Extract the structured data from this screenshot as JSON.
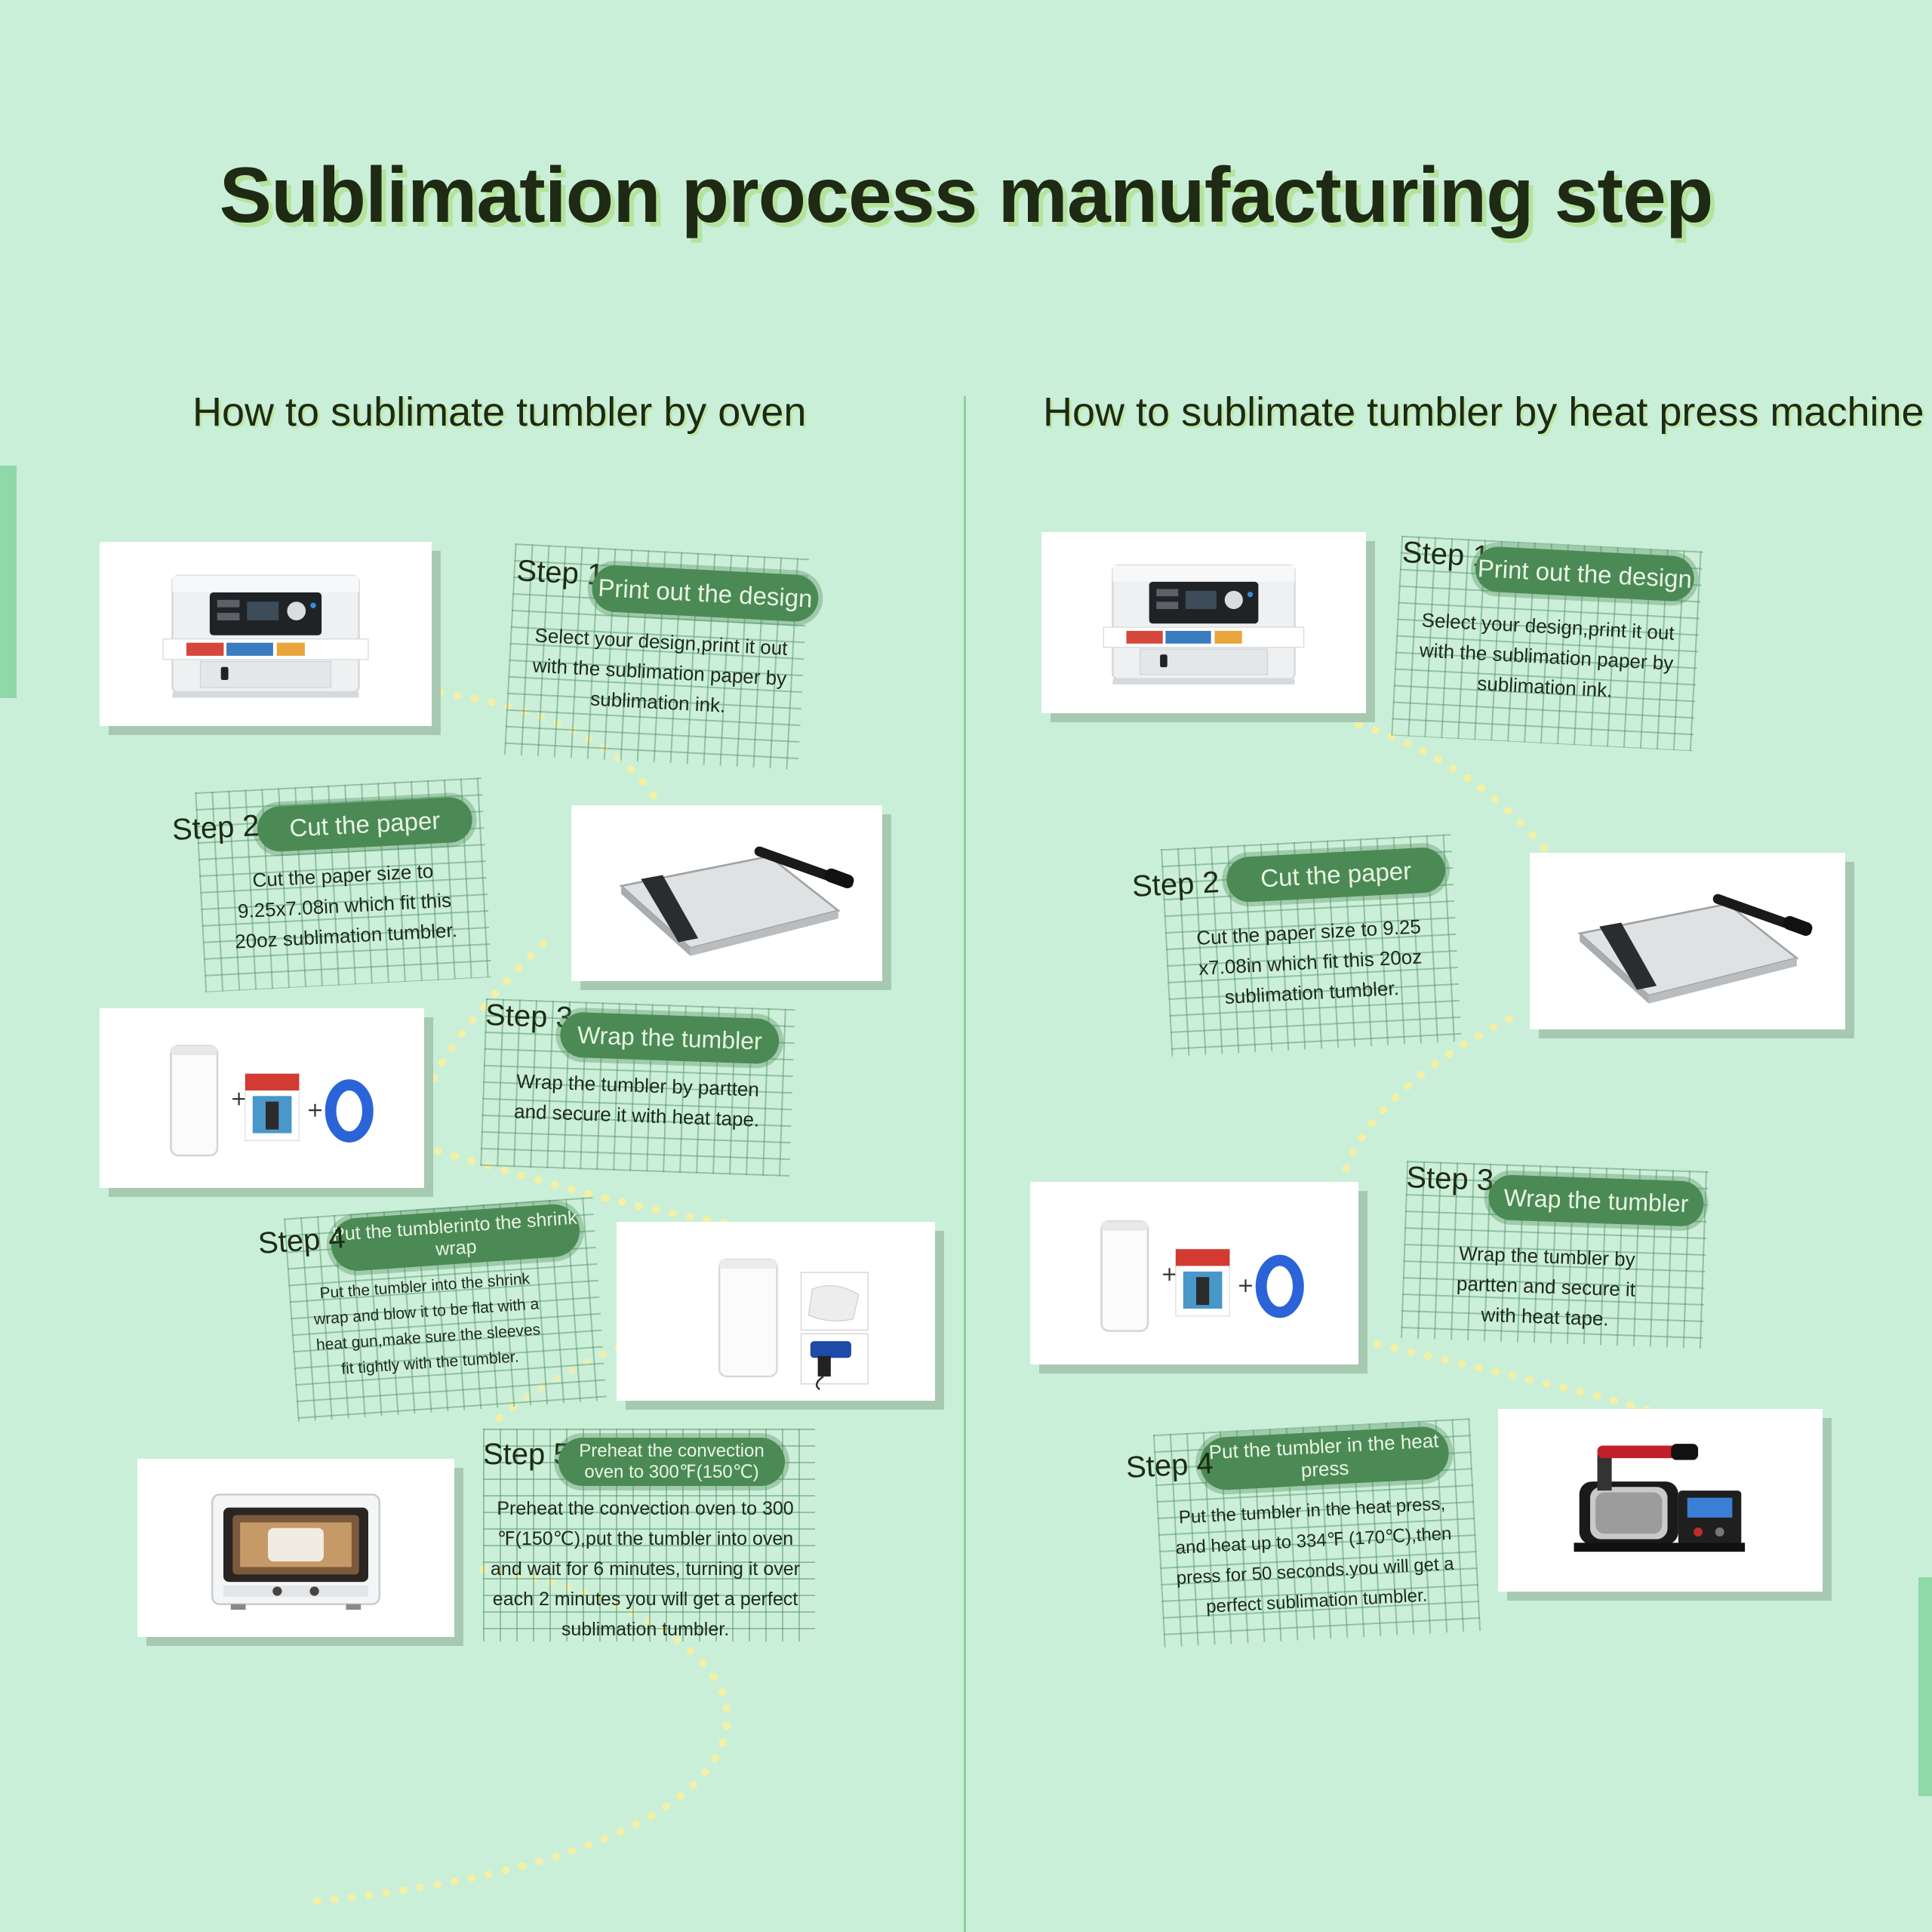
{
  "title": "Sublimation process manufacturing step",
  "colors": {
    "background": "#c9efd8",
    "pill": "#4b8a55",
    "accent": "#8fd8a8",
    "dots": "#f3f0a6",
    "title_shadow": "#b5e39c"
  },
  "oven": {
    "section_title": "How to sublimate tumbler by oven",
    "steps": [
      {
        "label": "Step 1",
        "title": "Print out the design",
        "desc": "Select your design,print it out with the sublimation paper by sublimation ink.",
        "image": "printer-image"
      },
      {
        "label": "Step 2",
        "title": "Cut the paper",
        "desc": "Cut the paper size to 9.25x7.08in which fit this 20oz sublimation tumbler.",
        "image": "paper-cutter-image"
      },
      {
        "label": "Step 3",
        "title": "Wrap the tumbler",
        "desc": "Wrap the tumbler by partten and secure it with heat tape.",
        "image": "tumbler-paper-tape-image"
      },
      {
        "label": "Step 4",
        "title": "Put the tumblerinto the shrink wrap",
        "desc": "Put the tumbler into the shrink wrap and blow it to be flat with a heat gun,make sure the sleeves fit tightly with the tumbler.",
        "image": "shrink-wrap-heat-gun-image"
      },
      {
        "label": "Step 5",
        "title": "Preheat the convection oven to 300℉(150℃)",
        "desc": "Preheat the convection oven to 300 ℉(150℃),put the tumbler into oven and wait for 6 minutes, turning it over each 2 minutes you will get a perfect sublimation tumbler.",
        "image": "convection-oven-image"
      }
    ]
  },
  "press": {
    "section_title": "How to sublimate tumbler by heat press machine",
    "steps": [
      {
        "label": "Step 1",
        "title": "Print out the design",
        "desc": "Select your design,print it out with the sublimation paper by sublimation ink.",
        "image": "printer-image"
      },
      {
        "label": "Step 2",
        "title": "Cut the paper",
        "desc": "Cut the paper size to 9.25 x7.08in which fit this 20oz sublimation tumbler.",
        "image": "paper-cutter-image"
      },
      {
        "label": "Step 3",
        "title": "Wrap the tumbler",
        "desc": "Wrap the tumbler by partten and secure it with heat tape.",
        "image": "tumbler-paper-tape-image"
      },
      {
        "label": "Step 4",
        "title": "Put the tumbler in the heat press",
        "desc": "Put the tumbler in the heat press, and heat up to 334℉ (170℃),then press for 50 seconds.you will get a perfect sublimation tumbler.",
        "image": "mug-heat-press-image"
      }
    ]
  }
}
